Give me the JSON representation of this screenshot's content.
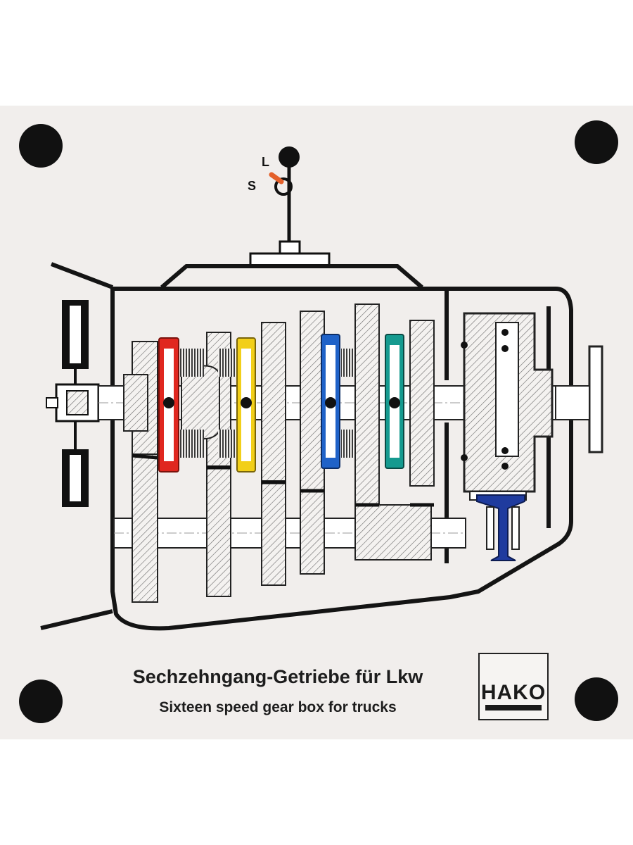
{
  "labels": {
    "lever_long": "L",
    "lever_short": "S"
  },
  "titles": {
    "german": "Sechzehngang-Getriebe für Lkw",
    "english": "Sixteen speed gear box for trucks"
  },
  "logo": {
    "text": "HAKO"
  },
  "colors": {
    "board": "#f1eeec",
    "outline": "#141414",
    "synchro_red": "#e0271f",
    "synchro_yellow": "#f2cf19",
    "synchro_blue": "#1f62c8",
    "synchro_teal": "#159a8f",
    "range_group_blue": "#1f3b9e",
    "lever_knob_orange": "#e4602a"
  }
}
